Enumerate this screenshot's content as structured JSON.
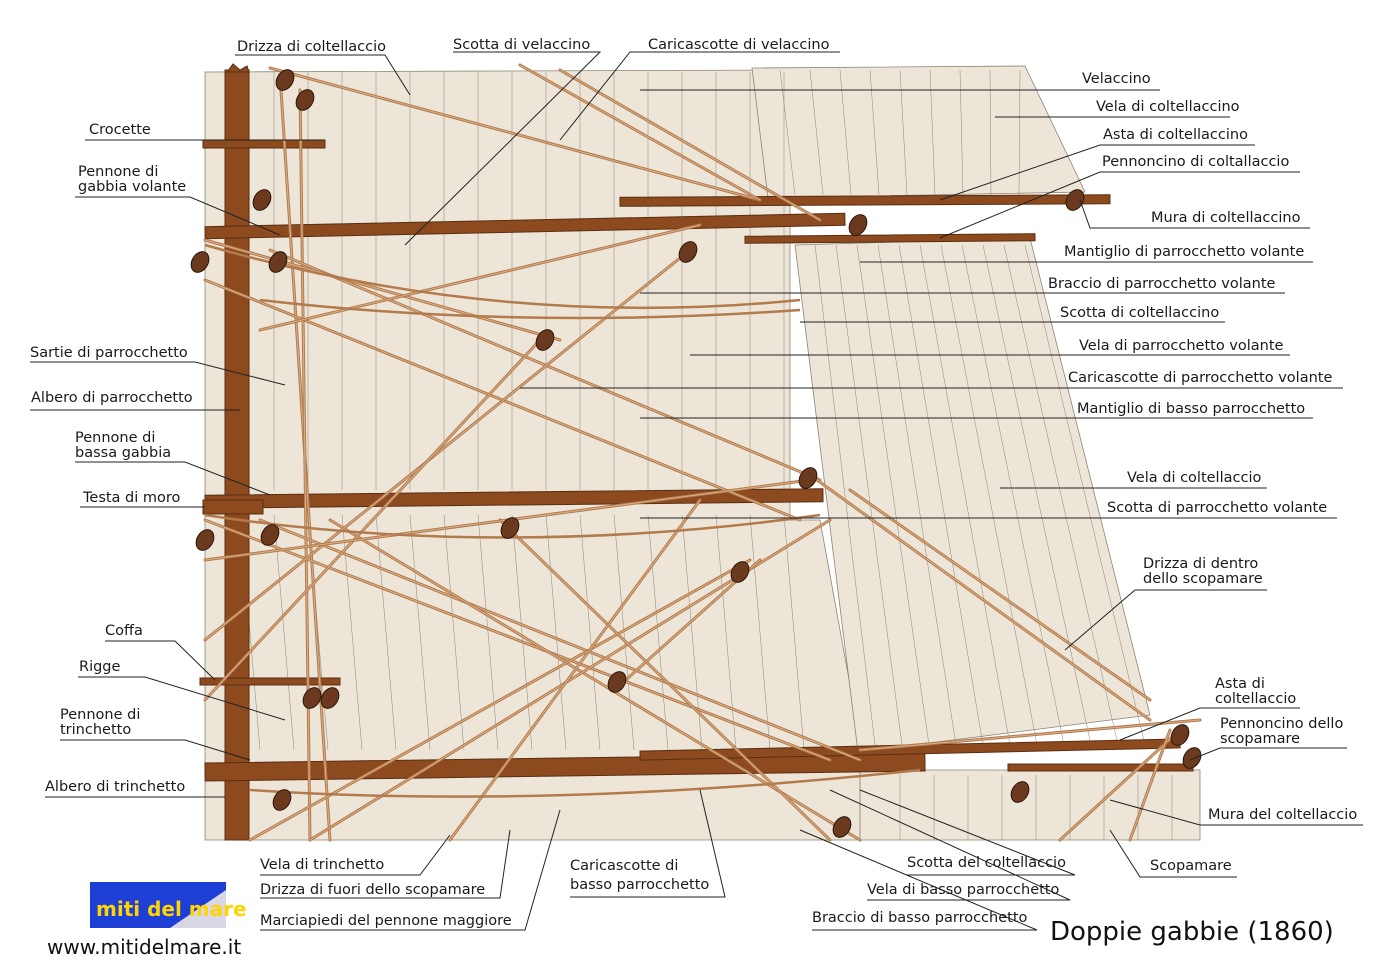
{
  "title": "Doppie gabbie (1860)",
  "website": "www.mitidelmare.it",
  "logo_text": "miti del mare",
  "colors": {
    "sail": "#ede6d8",
    "sail_line": "#8c8576",
    "spar": "#8c4a1e",
    "spar_dark": "#5a2e12",
    "rope": "#b37a4c",
    "rope_light": "#d9b08a",
    "block": "#6b3a1e",
    "logo_blue": "#1e3fd6"
  },
  "labels": {
    "drizza_coltellaccio": "Drizza di coltellaccio",
    "scotta_velaccino": "Scotta di velaccino",
    "caricascotte_velaccino": "Caricascotte di velaccino",
    "crocette": "Crocette",
    "pennone_gabbia_volante_1": "Pennone di",
    "pennone_gabbia_volante_2": "gabbia volante",
    "velaccino": "Velaccino",
    "vela_coltellaccino": "Vela di coltellaccino",
    "asta_coltellaccino": "Asta di coltellaccino",
    "pennoncino_coltallaccio": "Pennoncino di coltallaccio",
    "mura_coltellaccino": "Mura di coltellaccino",
    "mantiglio_parrocchetto_volante": "Mantiglio di parrocchetto volante",
    "braccio_parrocchetto_volante": "Braccio di parrocchetto volante",
    "scotta_coltellaccino": "Scotta di coltellaccino",
    "sartie_parrocchetto": "Sartie di parrocchetto",
    "vela_parrocchetto_volante": "Vela di parrocchetto volante",
    "caricascotte_parrocchetto_volante": "Caricascotte di parrocchetto volante",
    "albero_parrocchetto": "Albero di parrocchetto",
    "mantiglio_basso_parrocchetto": "Mantiglio di basso parrocchetto",
    "pennone_bassa_gabbia_1": "Pennone di",
    "pennone_bassa_gabbia_2": "bassa gabbia",
    "vela_coltellaccio": "Vela di coltellaccio",
    "testa_moro": "Testa di moro",
    "scotta_parrocchetto_volante": "Scotta di parrocchetto volante",
    "drizza_dentro_1": "Drizza di dentro",
    "drizza_dentro_2": "dello scopamare",
    "coffa": "Coffa",
    "rigge": "Rigge",
    "asta_coltellaccio_1": "Asta di",
    "asta_coltellaccio_2": "coltellaccio",
    "pennone_trinchetto_1": "Pennone di",
    "pennone_trinchetto_2": "trinchetto",
    "pennoncino_scopamare_1": "Pennoncino dello",
    "pennoncino_scopamare_2": "scopamare",
    "albero_trinchetto": "Albero di trinchetto",
    "mura_coltellaccio": "Mura del coltellaccio",
    "vela_trinchetto": "Vela di trinchetto",
    "caricascotte_basso_1": "Caricascotte di",
    "caricascotte_basso_2": "basso parrocchetto",
    "scotta_coltellaccio": "Scotta del coltellaccio",
    "scopamare": "Scopamare",
    "drizza_fuori_scopamare": "Drizza di fuori dello scopamare",
    "vela_basso_parrocchetto": "Vela di basso parrocchetto",
    "marciapiedi": "Marciapiedi del pennone maggiore",
    "braccio_basso_parrocchetto": "Braccio di basso parrocchetto"
  }
}
